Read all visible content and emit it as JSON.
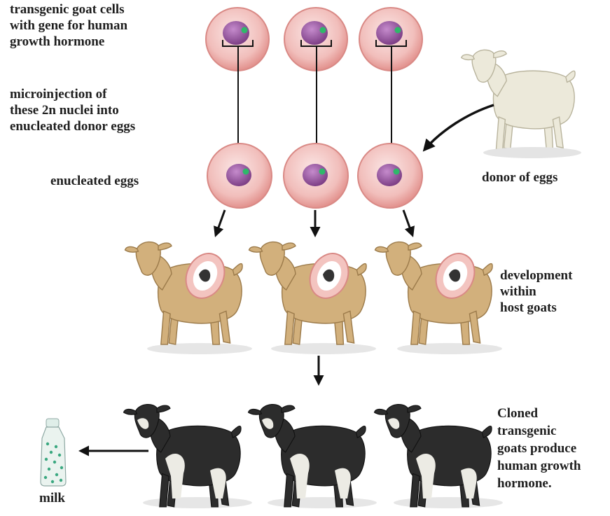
{
  "labels": {
    "transgenic_cells": [
      "transgenic goat cells",
      "with gene for human",
      "growth hormone"
    ],
    "microinjection": [
      "microinjection of",
      "these 2n nuclei into",
      "enucleated donor eggs"
    ],
    "enucleated_eggs": "enucleated eggs",
    "donor_of_eggs": "donor of eggs",
    "development": [
      "development",
      "within",
      "host goats"
    ],
    "cloned": [
      "Cloned",
      "transgenic",
      "goats produce",
      "human growth",
      "hormone."
    ],
    "milk": "milk"
  },
  "colors": {
    "cell_outer": "#eba9a6",
    "cell_inner": "#f6d4d2",
    "nucleus": "#a05ca8",
    "gene_marker": "#2fb86a",
    "tan_goat": "#d2b07c",
    "donor_goat": "#ece9da",
    "black_goat": "#2c2c2c",
    "white_patch": "#ecebe4",
    "arrow": "#111111"
  },
  "icons": {
    "cell": "cell-icon",
    "goat": "goat-icon",
    "bottle": "milk-bottle-icon"
  }
}
